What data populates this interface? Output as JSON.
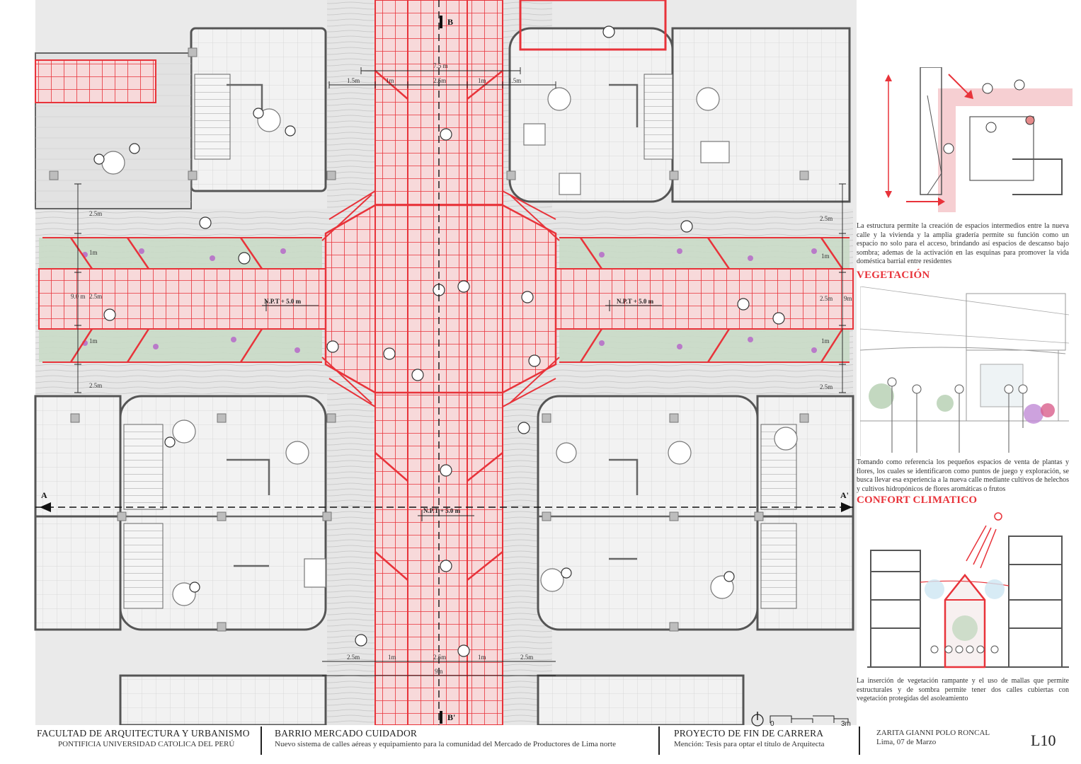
{
  "plan": {
    "section_marks": {
      "b_top": "B",
      "b_bottom": "B'",
      "a_left": "A",
      "a_right": "A'"
    },
    "level_labels": [
      "N.P.T + 5.0 m",
      "N.P.T + 5.0 m",
      "N.P.T + 5.0 m"
    ],
    "dims_top": [
      "7.5 m",
      "1.5m",
      "1m",
      "2.5m",
      "1m",
      "1.5m"
    ],
    "dims_bottom": [
      "2.5m",
      "1m",
      "2.5m",
      "1m",
      "2.5m",
      "9m"
    ],
    "dims_left": [
      "2.5m",
      "1m",
      "9.0 m",
      "2.5m",
      "1m",
      "2.5m"
    ],
    "dims_right": [
      "2.5m",
      "1m",
      "2.5m",
      "9m",
      "1m",
      "2.5m"
    ],
    "colors": {
      "structure": "#e8333a",
      "walls": "#555555",
      "floor": "#efefef",
      "vegetation": "#8fae8a",
      "flowers": "#b35ac8"
    }
  },
  "side": {
    "text1": "La estructura permite la creación de espacios intermedios entre la nueva calle y la vivienda y la amplia gradería permite su función como un espacio no solo para el acceso, brindando así espacios de descanso bajo sombra; ademas de la activación en las esquinas para promover la vida doméstica barrial entre residentes",
    "heading_veg": "VEGETACIÓN",
    "text2": "Tomando como referencia los pequeños espacios de venta de plantas y flores, los cuales se identificaron como puntos de juego y exploración, se busca llevar esa experiencia a la nueva calle mediante cultivos de helechos y cultivos hidropónicos de flores aromáticas o frutos",
    "heading_conf": "CONFORT CLIMATICO",
    "text3": "La inserción de vegetación rampante y el uso de mallas que permite estructurales y de sombra permite tener dos calles cubiertas con vegetación protegidas del asoleamiento"
  },
  "footer": {
    "faculty_title": "FACULTAD DE ARQUITECTURA Y URBANISMO",
    "faculty_sub": "PONTIFICIA UNIVERSIDAD CATOLICA DEL PERÚ",
    "project_title": "BARRIO MERCADO CUIDADOR",
    "project_sub": "Nuevo sistema de calles aéreas y equipamiento para la comunidad del Mercado de Productores de Lima norte",
    "thesis_title": "PROYECTO DE FIN DE CARRERA",
    "thesis_sub": "Mención: Tesis para optar el título de Arquitecta",
    "scale_zero": "0",
    "scale_end": "3m",
    "author": "ZARITA GIANNI POLO RONCAL",
    "place_date": "Lima, 07 de Marzo",
    "sheet": "L10"
  }
}
